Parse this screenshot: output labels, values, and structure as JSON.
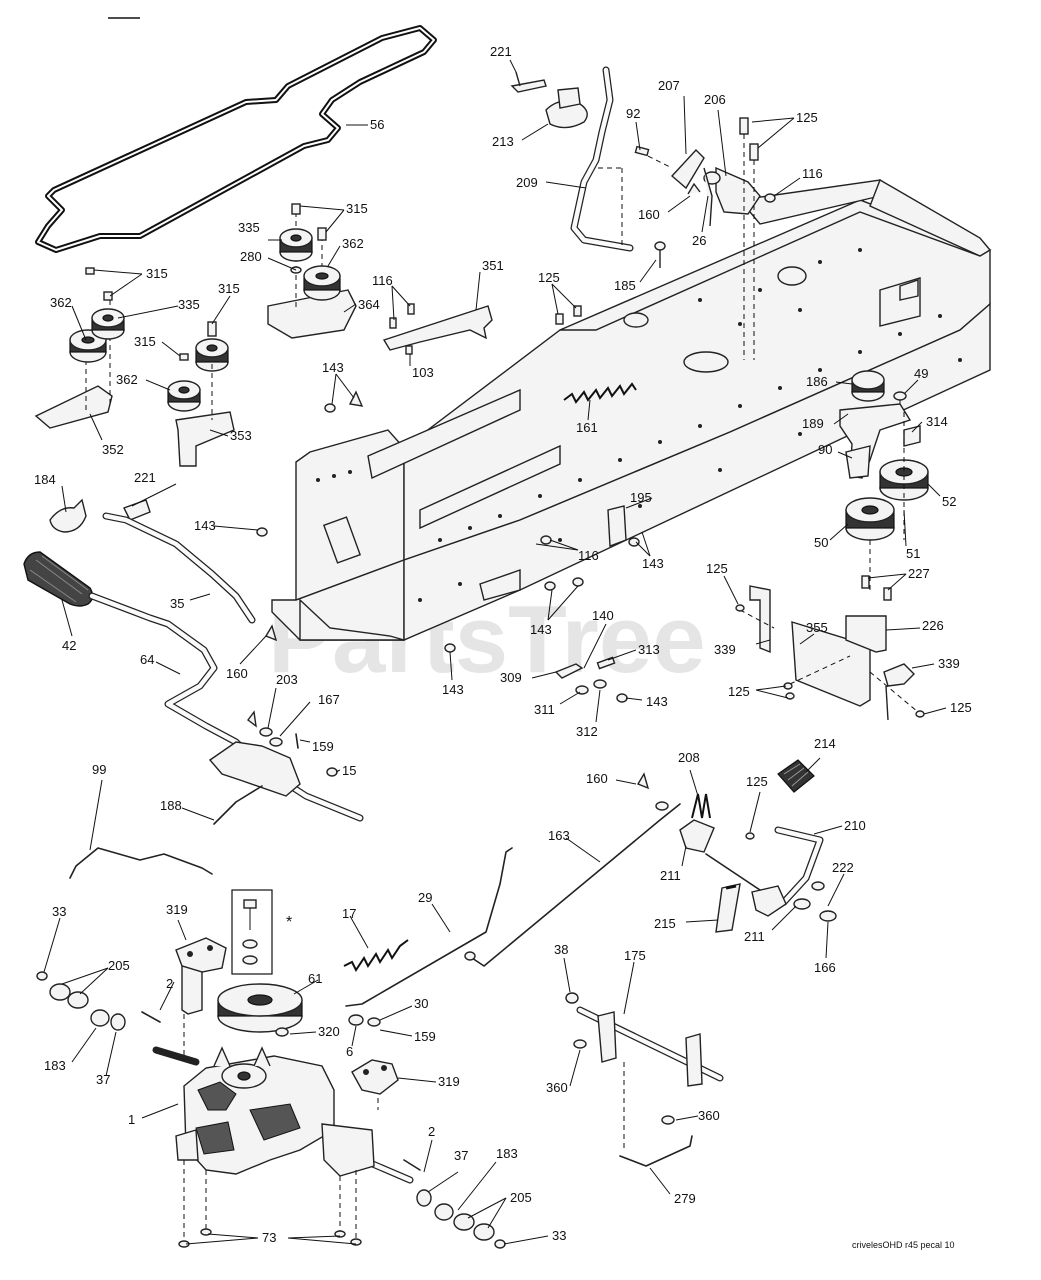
{
  "watermark": "PartsTree",
  "footer_code": "crivelesOHD r45 pecal 10",
  "star_symbol": "*",
  "part_numbers": [
    "56",
    "221",
    "213",
    "209",
    "207",
    "92",
    "206",
    "125",
    "116",
    "160",
    "26",
    "185",
    "315",
    "335",
    "362",
    "280",
    "364",
    "352",
    "353",
    "351",
    "103",
    "143",
    "161",
    "186",
    "49",
    "189",
    "314",
    "90",
    "52",
    "50",
    "51",
    "184",
    "35",
    "42",
    "64",
    "195",
    "227",
    "226",
    "355",
    "339",
    "309",
    "311",
    "312",
    "313",
    "140",
    "167",
    "203",
    "159",
    "15",
    "188",
    "99",
    "214",
    "208",
    "210",
    "211",
    "163",
    "222",
    "166",
    "215",
    "33",
    "205",
    "183",
    "37",
    "319",
    "2",
    "17",
    "29",
    "61",
    "320",
    "30",
    "6",
    "1",
    "73",
    "38",
    "175",
    "360",
    "279"
  ]
}
